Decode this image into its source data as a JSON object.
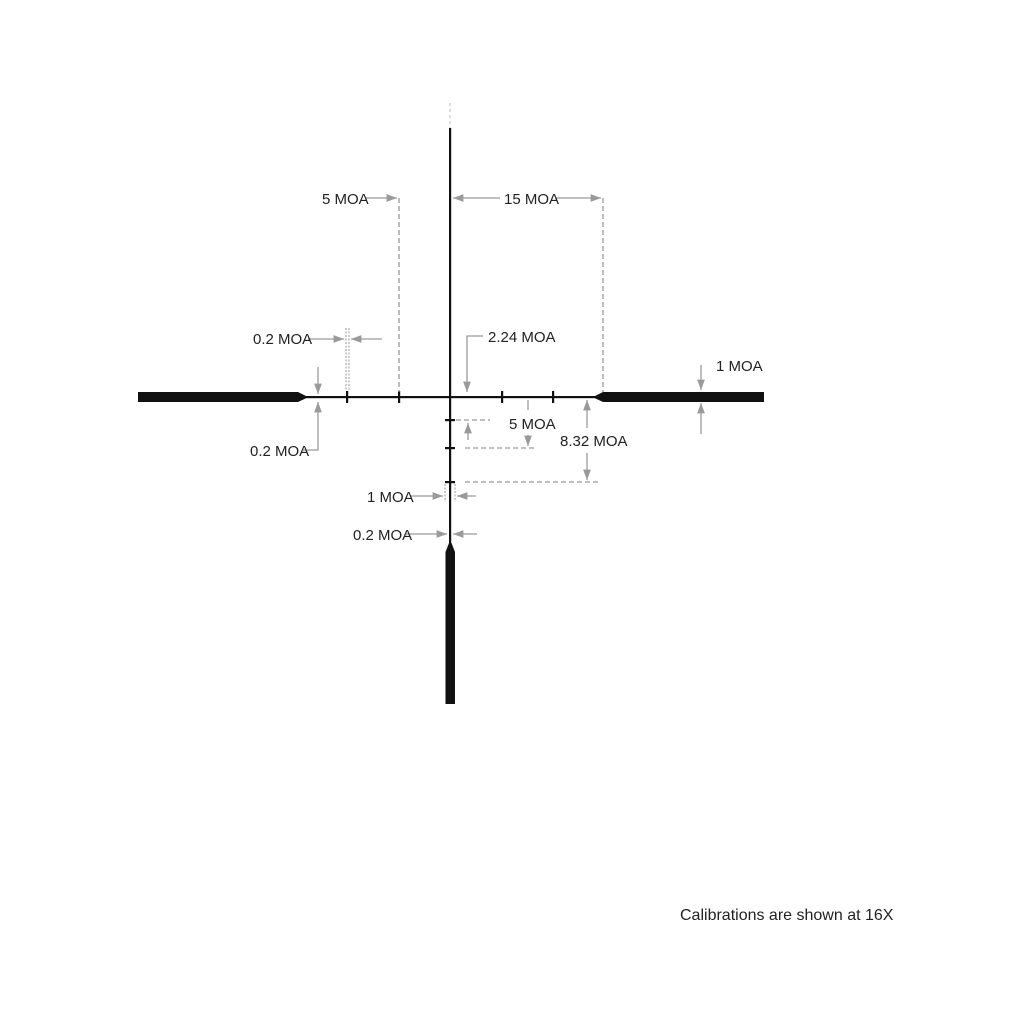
{
  "title": "Reticle calibration diagram",
  "labels": {
    "top_left_5moa": "5 MOA",
    "top_right_15moa": "15 MOA",
    "subtension_upper_left": "0.2 MOA",
    "center_dot_offset": "2.24 MOA",
    "post_thickness": "1 MOA",
    "line_thickness_left": "0.2 MOA",
    "vertical_5moa": "5 MOA",
    "vertical_832moa": "8.32 MOA",
    "vertical_hash_width": "1 MOA",
    "vertical_line_thickness": "0.2 MOA"
  },
  "caption": "Calibrations are shown at 16X",
  "colors": {
    "reticle": "#111111",
    "dimension": "#9a9a9a"
  }
}
